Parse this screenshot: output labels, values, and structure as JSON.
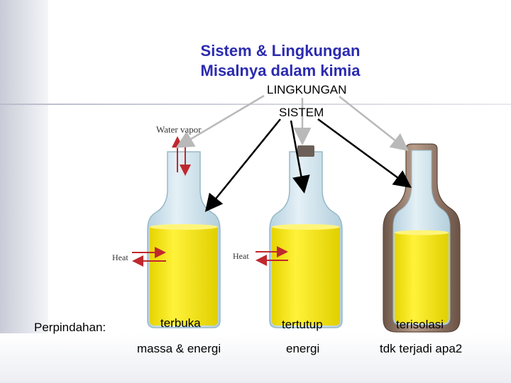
{
  "title": {
    "line1": "Sistem & Lingkungan",
    "line2": "Misalnya dalam  kimia"
  },
  "labels": {
    "lingkungan": "LINGKUNGAN",
    "sistem": "SISTEM",
    "water_vapor": "Water vapor",
    "heat_left": "Heat",
    "heat_middle": "Heat",
    "perpindahan": "Perpindahan:"
  },
  "columns": [
    {
      "type": "terbuka",
      "transfer": "massa & energi"
    },
    {
      "type": "tertutup",
      "transfer": "energi"
    },
    {
      "type": "terisolasi",
      "transfer": "tdk terjadi apa2"
    }
  ],
  "colors": {
    "title": "#2b2bb0",
    "liquid": "#f2e300",
    "glass": "#cfe3ee",
    "arrow_gray": "#b9b9b9",
    "arrow_red": "#c0282d",
    "stopper": "#6b6058",
    "insulation": "#8a6e5e"
  }
}
